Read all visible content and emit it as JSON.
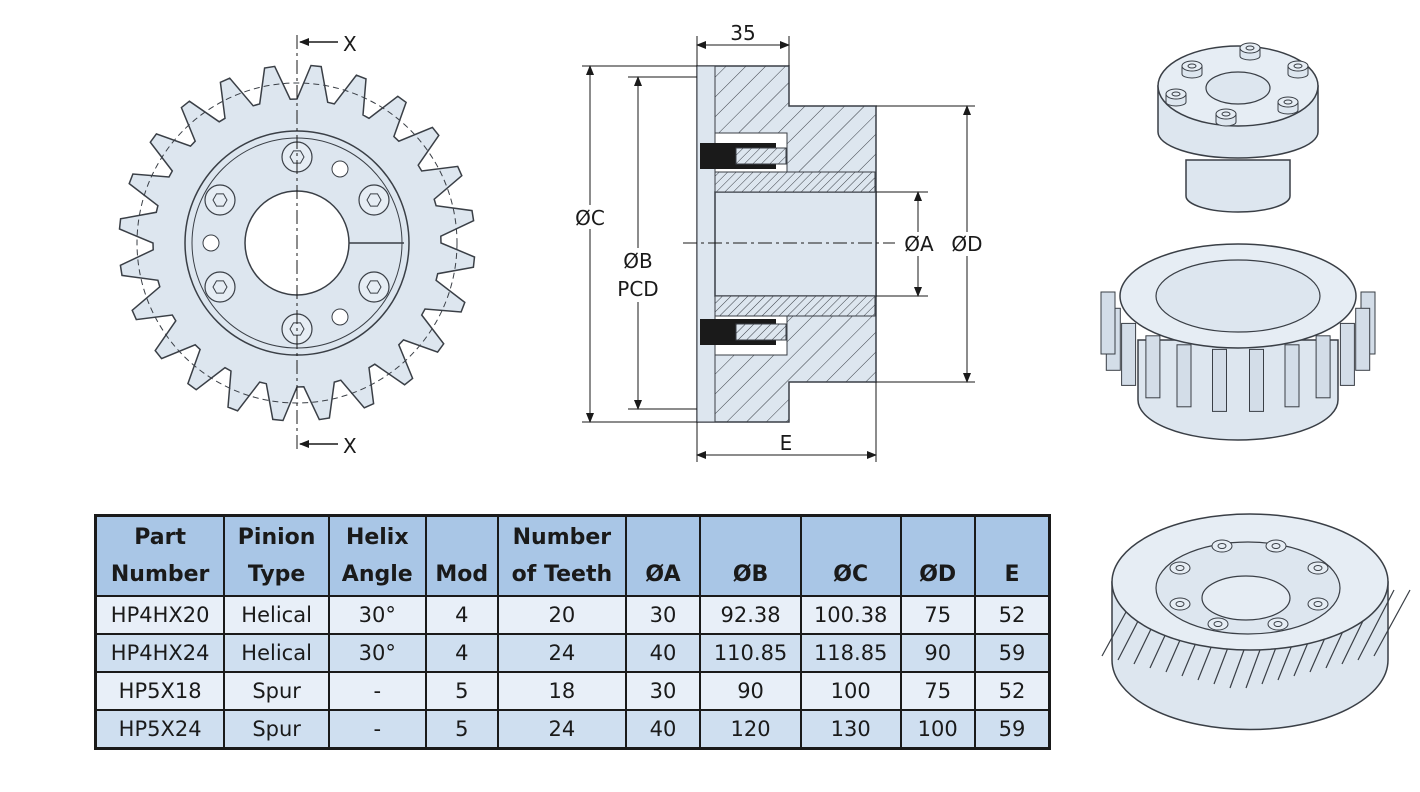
{
  "labels": {
    "x_top": "X",
    "x_bottom": "X",
    "dim_35": "35",
    "dim_c": "ØC",
    "dim_b": "ØB",
    "dim_pcd": "PCD",
    "dim_a": "ØA",
    "dim_d": "ØD",
    "dim_e": "E"
  },
  "colors": {
    "part_fill": "#dde6ef",
    "part_stroke": "#3a3f46",
    "header_bg": "#a9c6e6",
    "row_light": "#e8eff8",
    "row_dark": "#cfdff0"
  },
  "table": {
    "headers": [
      {
        "line1": "Part",
        "line2": "Number"
      },
      {
        "line1": "Pinion",
        "line2": "Type"
      },
      {
        "line1": "Helix",
        "line2": "Angle"
      },
      {
        "line1": "",
        "line2": "Mod"
      },
      {
        "line1": "Number",
        "line2": "of Teeth"
      },
      {
        "line1": "",
        "line2": "ØA"
      },
      {
        "line1": "",
        "line2": "ØB"
      },
      {
        "line1": "",
        "line2": "ØC"
      },
      {
        "line1": "",
        "line2": "ØD"
      },
      {
        "line1": "",
        "line2": "E"
      }
    ],
    "rows": [
      {
        "part": "HP4HX20",
        "type": "Helical",
        "helix": "30°",
        "mod": "4",
        "teeth": "20",
        "a": "30",
        "b": "92.38",
        "c": "100.38",
        "d": "75",
        "e": "52"
      },
      {
        "part": "HP4HX24",
        "type": "Helical",
        "helix": "30°",
        "mod": "4",
        "teeth": "24",
        "a": "40",
        "b": "110.85",
        "c": "118.85",
        "d": "90",
        "e": "59"
      },
      {
        "part": "HP5X18",
        "type": "Spur",
        "helix": "-",
        "mod": "5",
        "teeth": "18",
        "a": "30",
        "b": "90",
        "c": "100",
        "d": "75",
        "e": "52"
      },
      {
        "part": "HP5X24",
        "type": "Spur",
        "helix": "-",
        "mod": "5",
        "teeth": "24",
        "a": "40",
        "b": "120",
        "c": "130",
        "d": "100",
        "e": "59"
      }
    ]
  }
}
